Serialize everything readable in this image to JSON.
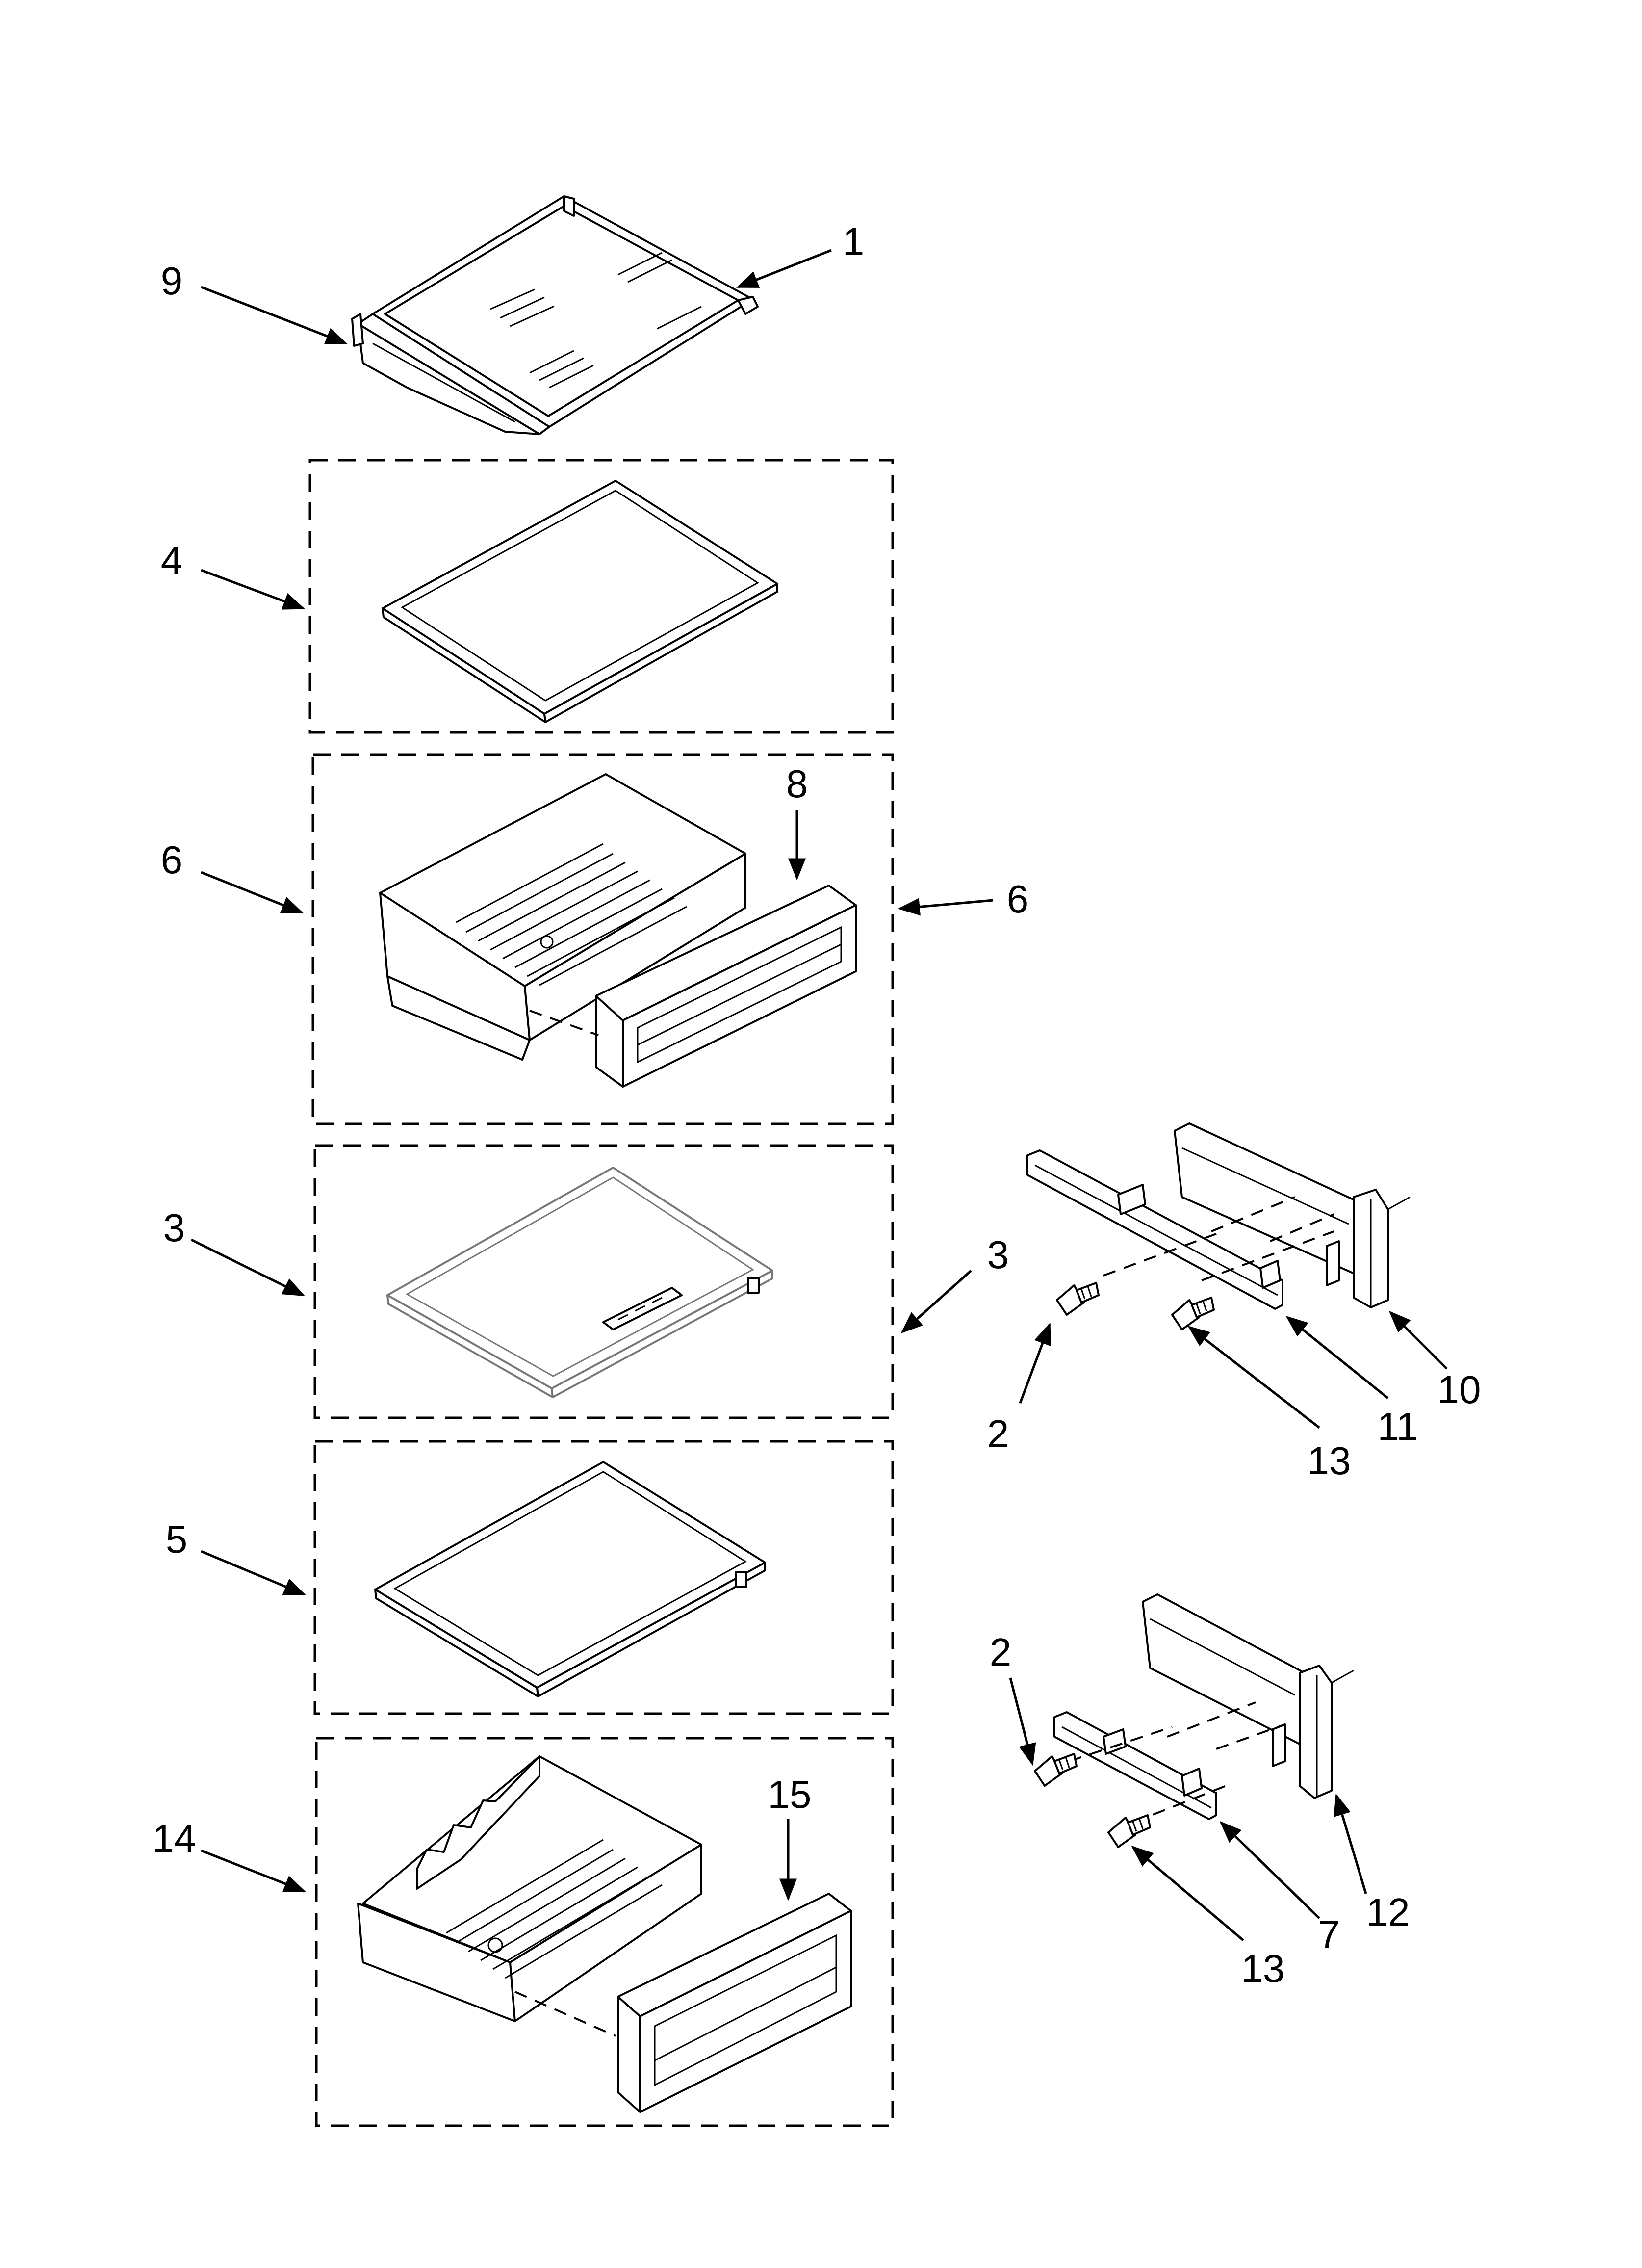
{
  "callouts": [
    {
      "id": "c1",
      "label": "1"
    },
    {
      "id": "c9",
      "label": "9"
    },
    {
      "id": "c4",
      "label": "4"
    },
    {
      "id": "c8",
      "label": "8"
    },
    {
      "id": "c6a",
      "label": "6"
    },
    {
      "id": "c6b",
      "label": "6"
    },
    {
      "id": "c3a",
      "label": "3"
    },
    {
      "id": "c3b",
      "label": "3"
    },
    {
      "id": "c5",
      "label": "5"
    },
    {
      "id": "c14",
      "label": "14"
    },
    {
      "id": "c15",
      "label": "15"
    },
    {
      "id": "c2a",
      "label": "2"
    },
    {
      "id": "c11",
      "label": "11"
    },
    {
      "id": "c10",
      "label": "10"
    },
    {
      "id": "c13a",
      "label": "13"
    },
    {
      "id": "c2b",
      "label": "2"
    },
    {
      "id": "c12",
      "label": "12"
    },
    {
      "id": "c7",
      "label": "7"
    },
    {
      "id": "c13b",
      "label": "13"
    }
  ]
}
